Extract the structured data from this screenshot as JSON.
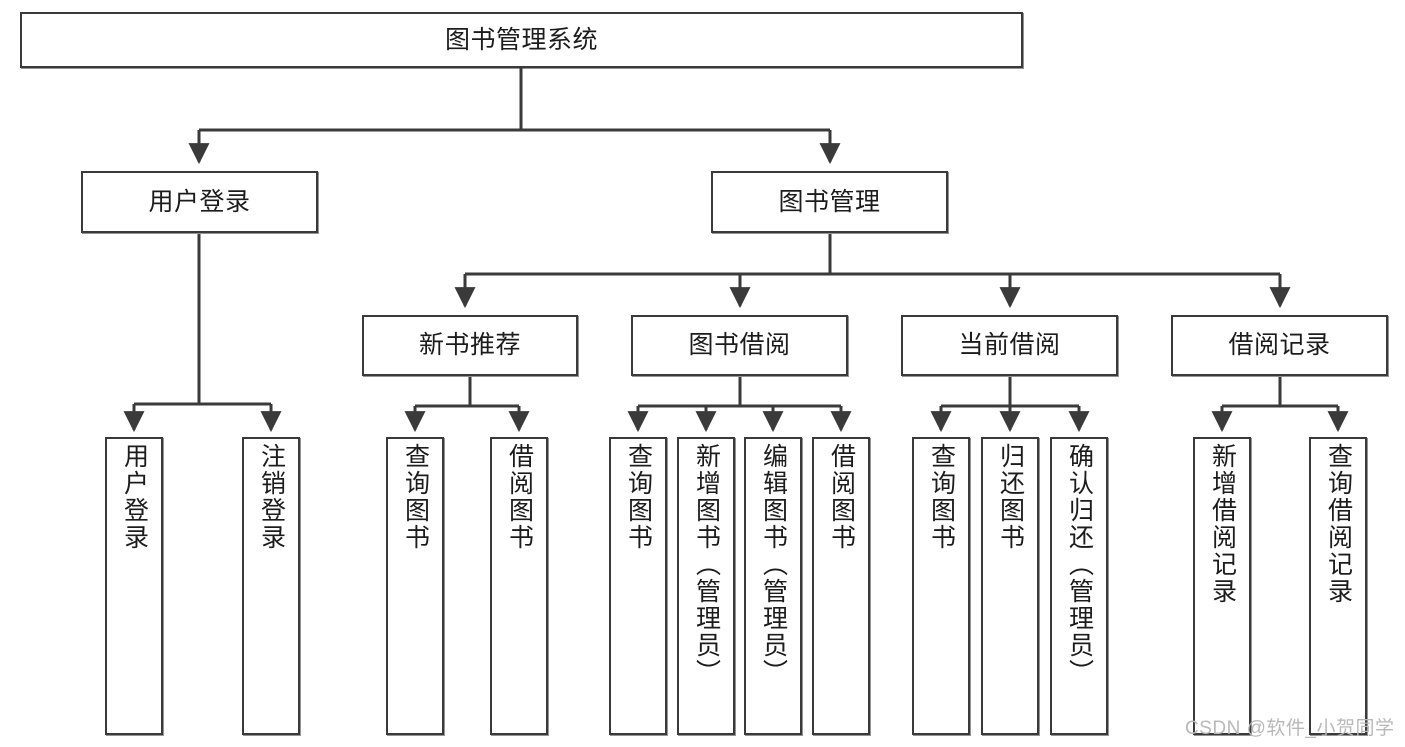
{
  "diagram": {
    "title": "图书管理系统",
    "type": "tree-hierarchy-chart",
    "root": {
      "label": "图书管理系统"
    },
    "level2": [
      {
        "label": "用户登录"
      },
      {
        "label": "图书管理"
      }
    ],
    "level3": [
      {
        "label": "新书推荐"
      },
      {
        "label": "图书借阅"
      },
      {
        "label": "当前借阅"
      },
      {
        "label": "借阅记录"
      }
    ],
    "leaves_user_login": [
      {
        "label": "用户登录"
      },
      {
        "label": "注销登录"
      }
    ],
    "leaves_new_book": [
      {
        "label": "查询图书"
      },
      {
        "label": "借阅图书"
      }
    ],
    "leaves_borrow": [
      {
        "label": "查询图书"
      },
      {
        "label": "新增图书（管理员）"
      },
      {
        "label": "编辑图书（管理员）"
      },
      {
        "label": "借阅图书"
      }
    ],
    "leaves_current": [
      {
        "label": "查询图书"
      },
      {
        "label": "归还图书"
      },
      {
        "label": "确认归还（管理员）"
      }
    ],
    "leaves_record": [
      {
        "label": "新增借阅记录"
      },
      {
        "label": "查询借阅记录"
      }
    ]
  },
  "watermark": {
    "text": "CSDN @软件_小贺同学"
  },
  "colors": {
    "box_border": "#3a3a3a",
    "box_fill": "#ffffff",
    "connector": "#3a3a3a",
    "text": "#1c1c1c",
    "watermark": "#b9b9b9"
  }
}
